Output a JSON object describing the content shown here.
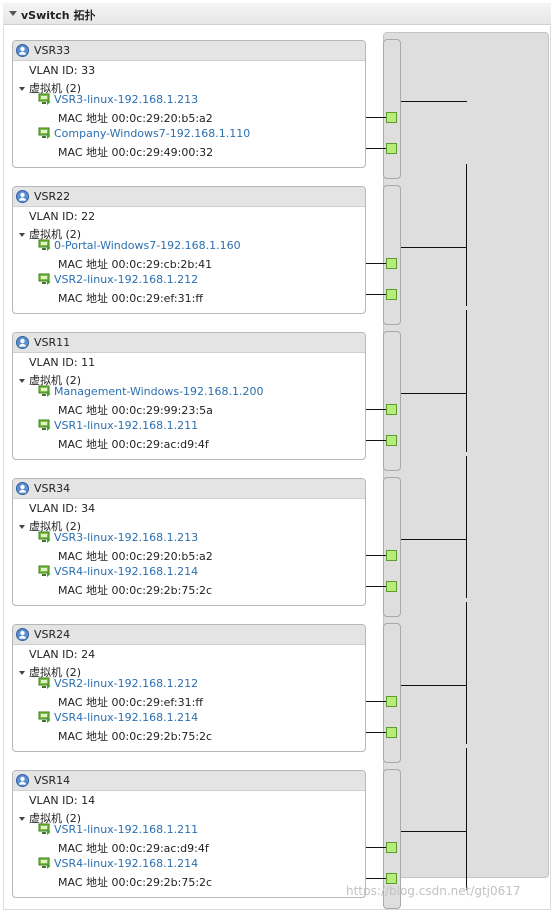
{
  "panel": {
    "title": "vSwitch 拓扑"
  },
  "vm_header_label": "虚拟机 (2)",
  "mac_prefix": "MAC 地址",
  "port_groups": [
    {
      "name": "VSR33",
      "vlan": "VLAN ID: 33",
      "vms": [
        {
          "name": "VSR3-linux-192.168.1.213",
          "mac": "00:0c:29:20:b5:a2"
        },
        {
          "name": "Company-Windows7-192.168.1.110",
          "mac": "00:0c:29:49:00:32"
        }
      ]
    },
    {
      "name": "VSR22",
      "vlan": "VLAN ID: 22",
      "vms": [
        {
          "name": "0-Portal-Windows7-192.168.1.160",
          "mac": "00:0c:29:cb:2b:41"
        },
        {
          "name": "VSR2-linux-192.168.1.212",
          "mac": "00:0c:29:ef:31:ff"
        }
      ]
    },
    {
      "name": "VSR11",
      "vlan": "VLAN ID: 11",
      "vms": [
        {
          "name": "Management-Windows-192.168.1.200",
          "mac": "00:0c:29:99:23:5a"
        },
        {
          "name": "VSR1-linux-192.168.1.211",
          "mac": "00:0c:29:ac:d9:4f"
        }
      ]
    },
    {
      "name": "VSR34",
      "vlan": "VLAN ID: 34",
      "vms": [
        {
          "name": "VSR3-linux-192.168.1.213",
          "mac": "00:0c:29:20:b5:a2"
        },
        {
          "name": "VSR4-linux-192.168.1.214",
          "mac": "00:0c:29:2b:75:2c"
        }
      ]
    },
    {
      "name": "VSR24",
      "vlan": "VLAN ID: 24",
      "vms": [
        {
          "name": "VSR2-linux-192.168.1.212",
          "mac": "00:0c:29:ef:31:ff"
        },
        {
          "name": "VSR4-linux-192.168.1.214",
          "mac": "00:0c:29:2b:75:2c"
        }
      ]
    },
    {
      "name": "VSR14",
      "vlan": "VLAN ID: 14",
      "vms": [
        {
          "name": "VSR1-linux-192.168.1.211",
          "mac": "00:0c:29:ac:d9:4f"
        },
        {
          "name": "VSR4-linux-192.168.1.214",
          "mac": "00:0c:29:2b:75:2c"
        }
      ]
    }
  ],
  "watermark": "https://blog.csdn.net/gtj0617",
  "colors": {
    "vm_link": "#2b6fb0",
    "port_fill": "#b6ec7a",
    "header_bg": "#e4e4e4"
  }
}
